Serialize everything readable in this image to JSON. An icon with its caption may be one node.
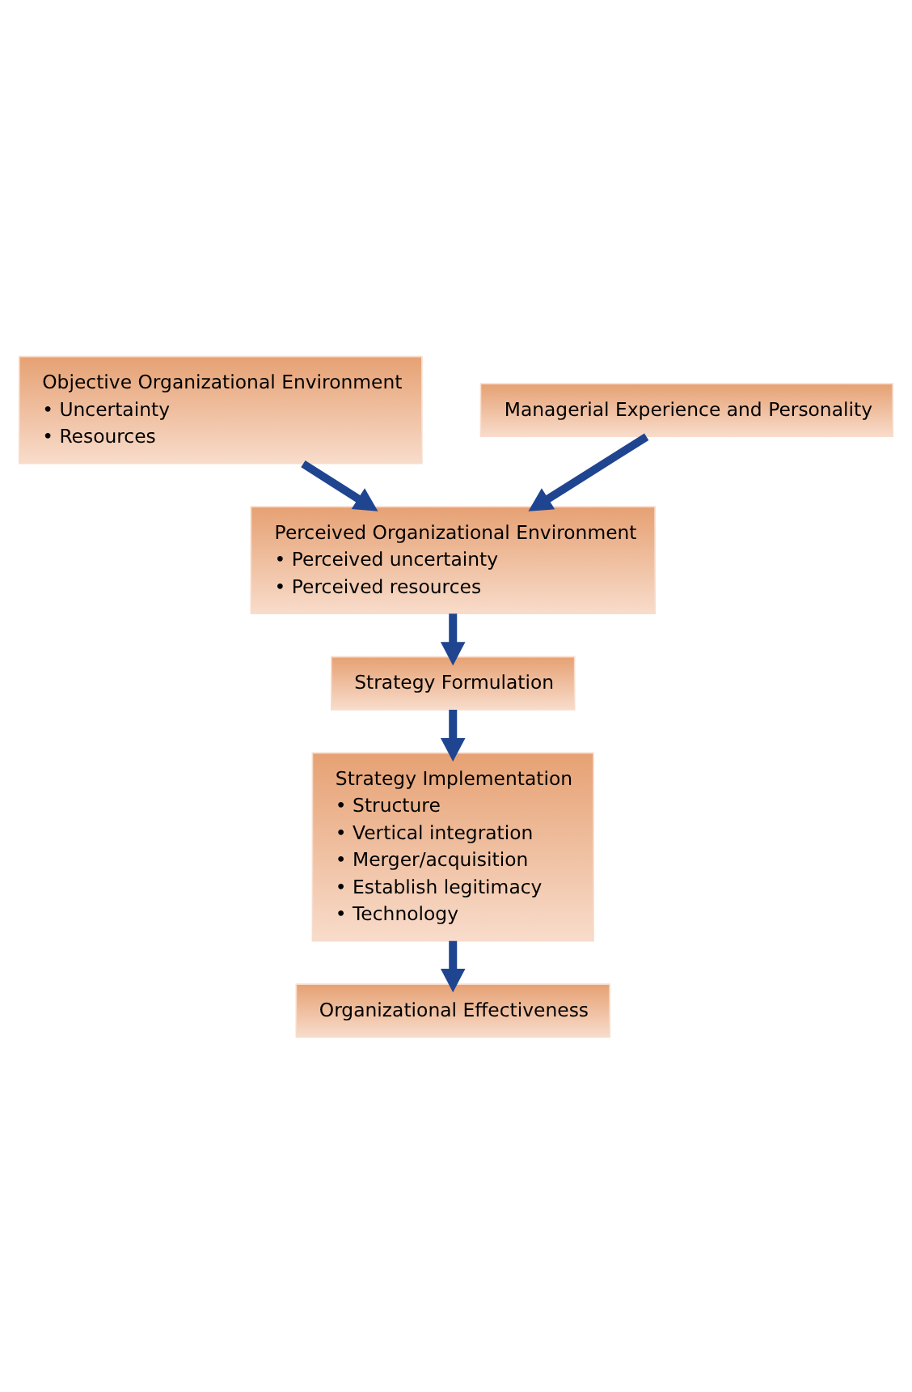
{
  "diagram": {
    "nodes": [
      {
        "text": [
          "Objective Organizational Environment",
          "• Uncertainty",
          "• Resources"
        ]
      },
      {
        "text": [
          "Managerial Experience and Personality"
        ]
      },
      {
        "text": [
          "Perceived Organizational Environment",
          "• Perceived uncertainty",
          "• Perceived resources"
        ]
      },
      {
        "text": [
          "Strategy Formulation"
        ]
      },
      {
        "text": [
          "Strategy Implementation",
          "• Structure",
          "• Vertical integration",
          "• Merger/acquisition",
          "• Establish legitimacy",
          "• Technology"
        ]
      },
      {
        "text": [
          "Organizational Effectiveness"
        ]
      }
    ],
    "edges": [
      {
        "from": 0,
        "to": 2,
        "arrow": "to"
      },
      {
        "from": 1,
        "to": 2,
        "arrow": "to"
      },
      {
        "from": 2,
        "to": 3,
        "arrow": "to"
      },
      {
        "from": 3,
        "to": 4,
        "arrow": "to"
      },
      {
        "from": 4,
        "to": 5,
        "arrow": "to"
      }
    ]
  }
}
